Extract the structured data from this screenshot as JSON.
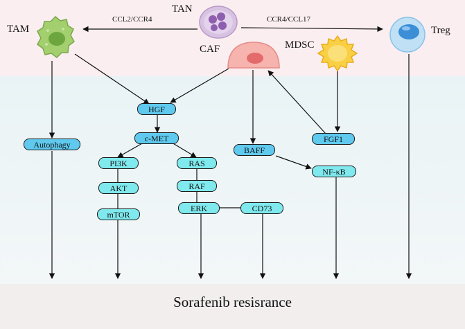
{
  "cells": {
    "tan": "TAN",
    "tam": "TAM",
    "caf": "CAF",
    "mdsc": "MDSC",
    "treg": "Treg"
  },
  "edge_labels": {
    "ccl2_ccr4": "CCL2/CCR4",
    "ccr4_ccl17": "CCR4/CCL17"
  },
  "nodes": {
    "hgf": "HGF",
    "autophagy": "Autophagy",
    "cmet": "c-MET",
    "pi3k": "PI3K",
    "ras": "RAS",
    "baff": "BAFF",
    "fgf1": "FGF1",
    "akt": "AKT",
    "raf": "RAF",
    "nfkb": "NF-κB",
    "mtor": "mTOR",
    "erk": "ERK",
    "cd73": "CD73"
  },
  "outcome": "Sorafenib resisrance",
  "colors": {
    "node_blue": "#5fc9ee",
    "node_cyan": "#7fe9ee",
    "tam_green": "#8fc25a",
    "tan_purple": "#c7a9d4",
    "caf_pink": "#f5a5a0",
    "mdsc_yellow": "#f7c732",
    "treg_blue": "#5aa9df"
  }
}
